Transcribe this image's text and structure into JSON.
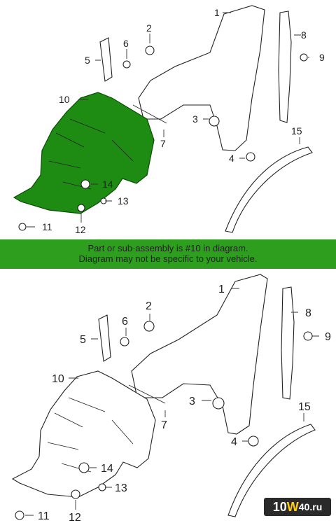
{
  "banner": {
    "line1": "Part or sub-assembly is #10 in diagram.",
    "line2": "Diagram may not be specific to your vehicle."
  },
  "logo": {
    "prefix": "10",
    "mark": "W",
    "suffix": "40.ru"
  },
  "callouts": [
    "1",
    "2",
    "3",
    "4",
    "5",
    "6",
    "7",
    "8",
    "9",
    "10",
    "11",
    "12",
    "13",
    "14",
    "15"
  ],
  "highlight_part": "10",
  "colors": {
    "highlight": "#1e8c12",
    "banner": "#2e9e1f",
    "line": "#222222"
  }
}
